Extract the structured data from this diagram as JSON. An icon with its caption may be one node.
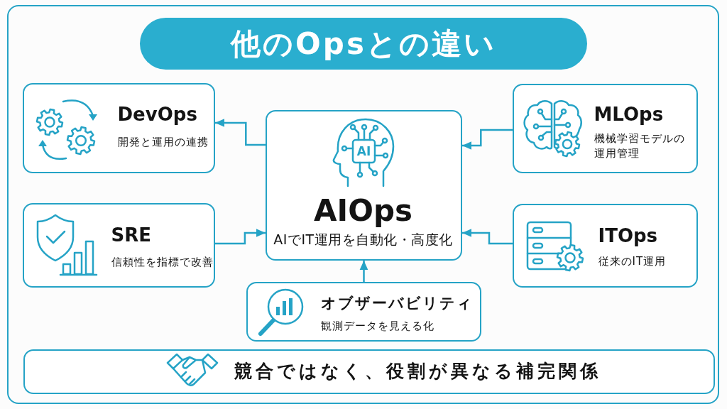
{
  "diagram": {
    "title": "他のOpsとの違い",
    "nodes": [
      {
        "text": [
          "DevOps",
          "開発と運用の連携"
        ]
      },
      {
        "text": [
          "AIOps",
          "AIでIT運用を自動化・高度化"
        ]
      },
      {
        "text": [
          "MLOps",
          "機械学習モデルの運用管理"
        ]
      },
      {
        "text": [
          "SRE",
          "信頼性を指標で改善"
        ]
      },
      {
        "text": [
          "ITOps",
          "従来のIT運用"
        ]
      },
      {
        "text": [
          "オブザーバビリティ",
          "観測データを見える化"
        ]
      },
      {
        "text": [
          "競合ではなく、役割が異なる補完関係"
        ]
      }
    ],
    "edges": [
      {
        "from": 1,
        "to": 0,
        "arrow": "to"
      },
      {
        "from": 2,
        "to": 1,
        "arrow": "to"
      },
      {
        "from": 3,
        "to": 1,
        "arrow": "to"
      },
      {
        "from": 4,
        "to": 1,
        "arrow": "to"
      },
      {
        "from": 5,
        "to": 1,
        "arrow": "to"
      }
    ],
    "labels": [
      "AI"
    ]
  }
}
